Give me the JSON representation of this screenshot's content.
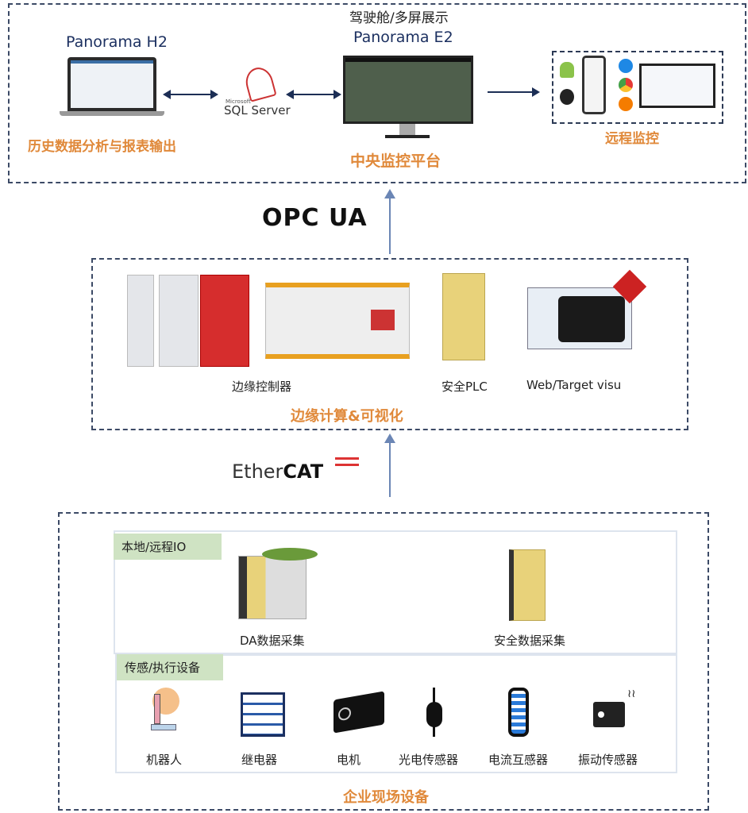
{
  "top": {
    "cockpit": "驾驶舱/多屏展示",
    "h2_title": "Panorama H2",
    "e2_title": "Panorama E2",
    "sql_brand": "Microsoft",
    "sql_label": "SQL Server",
    "history_label": "历史数据分析与报表输出",
    "central_label": "中央监控平台",
    "remote_label": "远程监控"
  },
  "protocols": {
    "opcua": "OPC UA",
    "ethercat_1": "Ether",
    "ethercat_2": "CAT"
  },
  "edge": {
    "controller_label": "边缘控制器",
    "safety_plc_label": "安全PLC",
    "visu_label": "Web/Target visu",
    "section_label": "边缘计算&可视化"
  },
  "field": {
    "io_tag": "本地/远程IO",
    "da_label": "DA数据采集",
    "safety_data_label": "安全数据采集",
    "devices_tag": "传感/执行设备",
    "devices": [
      {
        "label": "机器人"
      },
      {
        "label": "继电器"
      },
      {
        "label": "电机"
      },
      {
        "label": "光电传感器"
      },
      {
        "label": "电流互感器"
      },
      {
        "label": "振动传感器"
      }
    ],
    "section_label": "企业现场设备"
  },
  "colors": {
    "accent": "#e0893a",
    "navy": "#1c3060"
  }
}
